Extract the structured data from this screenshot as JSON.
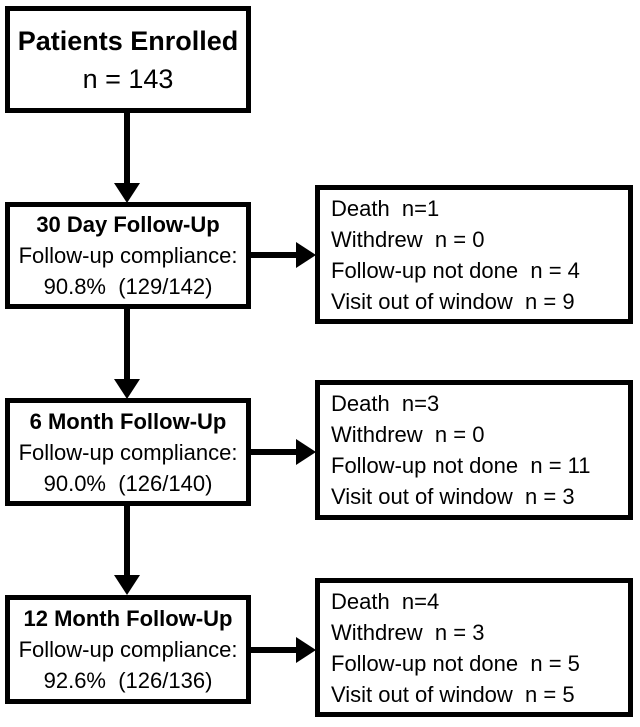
{
  "colors": {
    "ink": "#000000",
    "background": "#ffffff"
  },
  "flow": {
    "enrolled": {
      "title": "Patients Enrolled",
      "count": "n = 143"
    },
    "stages": [
      {
        "name": "30 Day Follow-Up",
        "compliance_label": "Follow-up compliance:",
        "compliance_value": "90.8%  (129/142)",
        "exclusions": [
          "Death  n=1",
          "Withdrew  n = 0",
          "Follow-up not done  n = 4",
          "Visit out of window  n = 9"
        ]
      },
      {
        "name": "6 Month Follow-Up",
        "compliance_label": "Follow-up compliance:",
        "compliance_value": "90.0%  (126/140)",
        "exclusions": [
          "Death  n=3",
          "Withdrew  n = 0",
          "Follow-up not done  n = 11",
          "Visit out of window  n = 3"
        ]
      },
      {
        "name": "12 Month Follow-Up",
        "compliance_label": "Follow-up compliance:",
        "compliance_value": "92.6%  (126/136)",
        "exclusions": [
          "Death  n=4",
          "Withdrew  n = 3",
          "Follow-up not done  n = 5",
          "Visit out of window  n = 5"
        ]
      }
    ]
  }
}
